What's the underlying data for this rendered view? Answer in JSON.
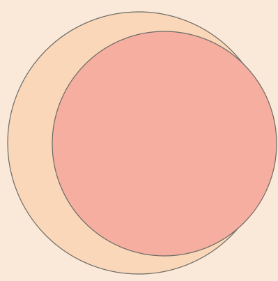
{
  "colors": {
    "background": "#fae8d8",
    "outer_fill": "#fad7b9",
    "inner_fill": "#f5aea0",
    "stroke": "#6b6b66"
  },
  "shapes": [
    {
      "name": "outer-circle",
      "shape": "circle",
      "fill_key": "outer_fill"
    },
    {
      "name": "inner-circle",
      "shape": "circle",
      "fill_key": "inner_fill"
    }
  ]
}
